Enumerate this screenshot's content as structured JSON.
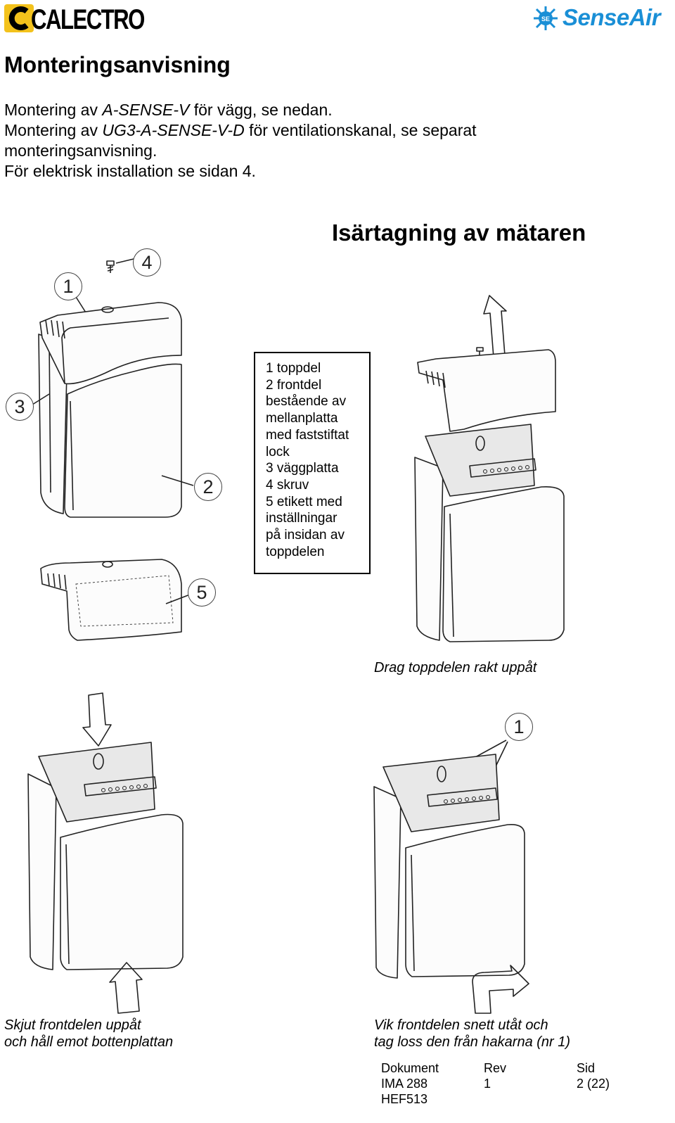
{
  "header": {
    "logo_left": "CALECTRO",
    "logo_left_icon": "calectro-c-mark-icon",
    "logo_right": "SenseAir",
    "logo_right_icon": "senseair-sun-icon",
    "colors": {
      "calectro_yellow": "#f3c21c",
      "senseair_blue": "#1a8fd6"
    }
  },
  "title": "Monteringsanvisning",
  "intro": {
    "line1_pre": "Montering av ",
    "line1_model": "A-SENSE-V",
    "line1_post": " för vägg, se nedan.",
    "line2_pre": "Montering av ",
    "line2_model": "UG3-A-SENSE-V-D",
    "line2_post": " för ventilationskanal, se separat",
    "line3": "monteringsanvisning.",
    "line4": "För elektrisk installation se sidan 4."
  },
  "section_title": "Isärtagning av mätaren",
  "callouts": {
    "c1": "1",
    "c2": "2",
    "c3": "3",
    "c4": "4",
    "c5": "5",
    "c1b": "1"
  },
  "legend": [
    "1 toppdel",
    "2 frontdel",
    "bestående av",
    "mellanplatta",
    "med faststiftat",
    "lock",
    "3 väggplatta",
    "4 skruv",
    "5 etikett med",
    "inställningar",
    "på insidan av",
    "toppdelen"
  ],
  "captions": {
    "top_right": "Drag toppdelen rakt uppåt",
    "bottom_left_1": "Skjut frontdelen uppåt",
    "bottom_left_2": "och håll emot bottenplattan",
    "bottom_right_1": "Vik frontdelen snett utåt och",
    "bottom_right_2": "tag loss den från hakarna (nr 1)"
  },
  "footer": {
    "doc_label": "Dokument",
    "doc_value_1": "IMA 288",
    "doc_value_2": "HEF513",
    "rev_label": "Rev",
    "rev_value": "1",
    "page_label": "Sid",
    "page_value": "2 (22)"
  }
}
